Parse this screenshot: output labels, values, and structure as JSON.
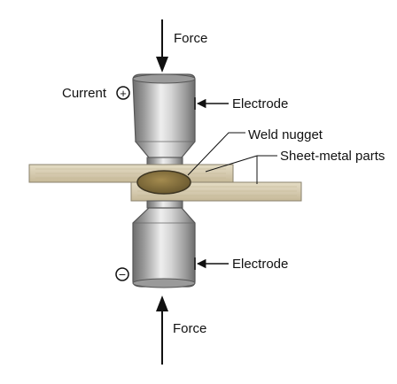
{
  "labels": {
    "force_top": "Force",
    "force_bottom": "Force",
    "current": "Current",
    "electrode_top": "Electrode",
    "electrode_bottom": "Electrode",
    "weld_nugget": "Weld nugget",
    "sheet_metal": "Sheet-metal parts"
  },
  "symbols": {
    "positive": "+",
    "negative": "−"
  },
  "colors": {
    "electrode_mid": "#b8b8b8",
    "electrode_dark": "#6e6e6e",
    "electrode_light": "#eeeeee",
    "sheet": "#d6cbb0",
    "sheet_edge": "#8a826c",
    "nugget": "#7d6a3c",
    "nugget_edge": "#3d3522",
    "ink": "#111111"
  }
}
